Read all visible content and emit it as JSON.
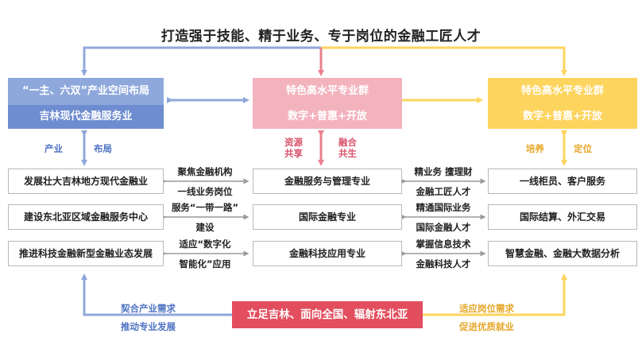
{
  "title": "打造强于技能、精于业务、专于岗位的金融工匠人才",
  "columns": {
    "left": {
      "header_top": "“一主、六双”产业空间布局",
      "header_bottom": "吉林现代金融服务业",
      "arrow_labels": [
        "产业",
        "布局"
      ],
      "boxes": [
        "发展壮大吉林地方现代金融业",
        "建设东北亚区域金融服务中心",
        "推进科技金融新型金融业态发展"
      ]
    },
    "middle": {
      "header_top": "特色高水平专业群",
      "header_bottom": "数字+普惠+开放",
      "arrow_labels": [
        "资源\n共享",
        "融合\n共生"
      ],
      "boxes": [
        "金融服务与管理专业",
        "国际金融专业",
        "金融科技应用专业"
      ]
    },
    "right": {
      "header_top": "特色高水平专业群",
      "header_bottom": "数字+普惠+开放",
      "arrow_labels": [
        "培养",
        "定位"
      ],
      "boxes": [
        "一线柜员、客户服务",
        "国际结算、外汇交易",
        "智慧金融、金融大数据分析"
      ]
    }
  },
  "link_labels_left": [
    [
      "聚焦金融机构",
      "一线业务岗位"
    ],
    [
      "服务“一带一路”",
      "建设"
    ],
    [
      "适应“数字化",
      "智能化”应用"
    ]
  ],
  "link_labels_right": [
    [
      "精业务 擅理财",
      "金融工匠人才"
    ],
    [
      "精通国际业务",
      "国际金融人才"
    ],
    [
      "掌握信息技术",
      "金融科技人才"
    ]
  ],
  "bottom": {
    "center": "立足吉林、面向全国、辐射东北亚",
    "left_labels": [
      "契合产业需求",
      "推动专业发展"
    ],
    "right_labels": [
      "适应岗位需求",
      "促进优质就业"
    ]
  },
  "colors": {
    "blue": "#8fa8dc",
    "blue_dark": "#6e8cd0",
    "pink": "#f3b3bd",
    "red": "#e24e5e",
    "yellow": "#fdd45e",
    "gray": "#b9b9b9"
  }
}
